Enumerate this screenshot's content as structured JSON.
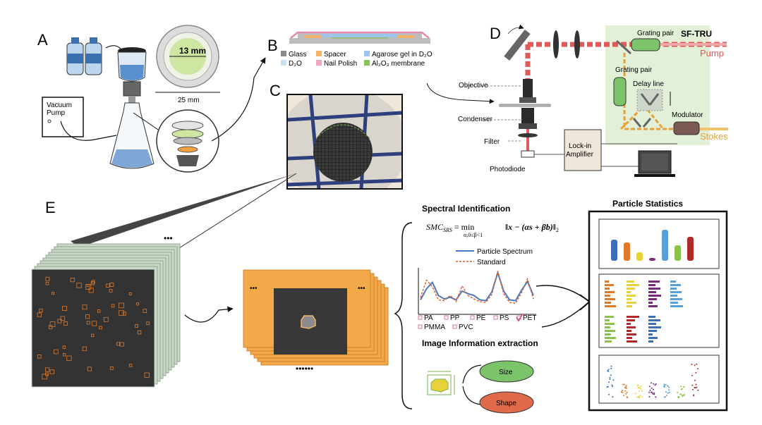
{
  "panels": {
    "a": "A",
    "b": "B",
    "c": "C",
    "d": "D",
    "e": "E"
  },
  "panel_a": {
    "vacuum_pump": "Vacuum\nPump",
    "diameter_small": "13 mm",
    "diameter_large": "25 mm"
  },
  "panel_b": {
    "legend": [
      {
        "label": "Glass",
        "color": "#8c8c8c"
      },
      {
        "label": "Spacer",
        "color": "#f2b36a"
      },
      {
        "label": "Agarose gel in D₂O",
        "color": "#9cc4ec"
      },
      {
        "label": "D₂O",
        "color": "#c8e4f4"
      },
      {
        "label": "Nail Polish",
        "color": "#f2a8c4"
      },
      {
        "label": "Al₂O₃ membrane",
        "color": "#8cc25c"
      }
    ]
  },
  "panel_d": {
    "objective": "Objective",
    "condenser": "Condenser",
    "filter": "Filter",
    "photodiode": "Photodiode",
    "lockin": "Lock-in\nAmplifier",
    "sftru": "SF-TRU",
    "grating_top": "Grating pair",
    "grating_left": "Grating pair",
    "delay": "Delay line",
    "modulator": "Modulator",
    "pump": "Pump",
    "stokes": "Stokes",
    "colors": {
      "pump": "#e05a5a",
      "stokes": "#e8a03a",
      "box": "#e2f0d8"
    }
  },
  "panel_e": {
    "ellipsis_stack": "•••",
    "ellipsis_crop_left": "•••",
    "ellipsis_crop_right": "•••",
    "ellipsis_bottom": "••••••",
    "spectral_title": "Spectral Identification",
    "formula_lhs": "SMC",
    "formula_sub": "SRS",
    "formula_eq": " = min",
    "formula_cond": "α,0≤β<1",
    "formula_rhs": "‖x − (αs + βb)‖",
    "formula_norm": "2",
    "legend_particle": "Particle Spectrum",
    "legend_standard": "Standard",
    "polymers": [
      "PA",
      "PP",
      "PE",
      "PS",
      "PET",
      "PMMA",
      "PVC"
    ],
    "selected_polymer": "PET",
    "image_title": "Image Information extraction",
    "size": "Size",
    "shape": "Shape",
    "stats_title": "Particle Statistics",
    "stat_colors": [
      "#3c6fb8",
      "#e07a2a",
      "#e8d23a",
      "#7a2a7a",
      "#5aa0d8",
      "#8ac24a",
      "#b02a2a"
    ]
  },
  "chart_data": {
    "type": "line",
    "series": [
      {
        "name": "Particle Spectrum",
        "color": "#4a78c0",
        "values": [
          0.3,
          0.55,
          0.7,
          0.4,
          0.32,
          0.36,
          0.3,
          0.5,
          0.44,
          0.4,
          0.3,
          0.28,
          0.48,
          0.92,
          0.5,
          0.3,
          0.28,
          0.52,
          0.72,
          0.4
        ]
      },
      {
        "name": "Standard",
        "color": "#e05a2a",
        "values": [
          0.35,
          0.75,
          0.6,
          0.3,
          0.28,
          0.4,
          0.26,
          0.62,
          0.4,
          0.32,
          0.26,
          0.24,
          0.42,
          0.96,
          0.44,
          0.24,
          0.22,
          0.46,
          0.78,
          0.32
        ]
      }
    ]
  }
}
